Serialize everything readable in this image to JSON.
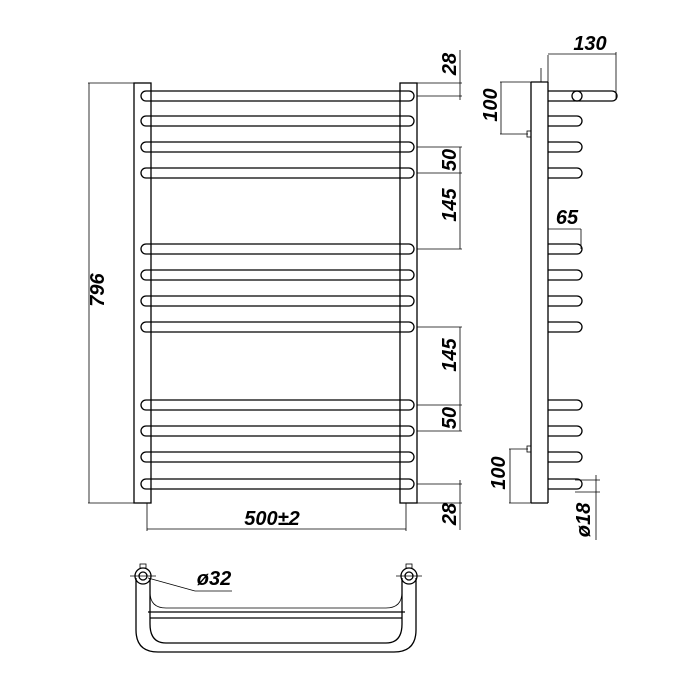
{
  "title": "Towel rail dimension drawing",
  "dimensions": {
    "height_total": "796",
    "width": "500±2",
    "top_offset": "28",
    "bottom_offset": "28",
    "gap_small_top": "50",
    "gap_large_top": "145",
    "gap_large_bottom": "145",
    "gap_small_bottom": "50",
    "depth": "130",
    "bar_depth": "65",
    "mount_top": "100",
    "mount_bottom": "100",
    "bar_diameter": "ø18",
    "pole_diameter": "ø32"
  },
  "colors": {
    "line": "#000000",
    "background": "#ffffff"
  }
}
